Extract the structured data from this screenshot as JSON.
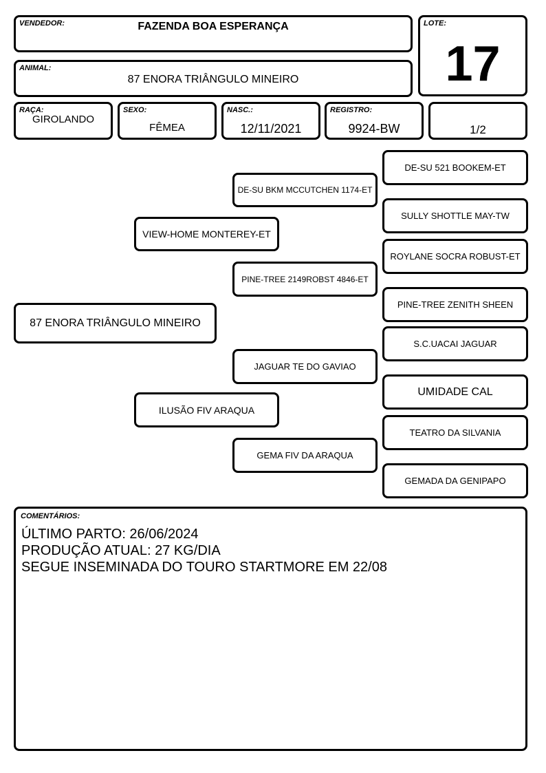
{
  "header": {
    "vendedor_label": "VENDEDOR:",
    "vendedor_value": "FAZENDA BOA ESPERANÇA",
    "lote_label": "LOTE:",
    "lote_value": "17",
    "animal_label": "ANIMAL:",
    "animal_value": "87 ENORA TRIÂNGULO MINEIRO"
  },
  "info": {
    "raca_label": "RAÇA:",
    "raca_value": "GIROLANDO",
    "sexo_label": "SEXO:",
    "sexo_value": "FÊMEA",
    "nasc_label": "NASC.:",
    "nasc_value": "12/11/2021",
    "registro_label": "REGISTRO:",
    "registro_value": "9924-BW",
    "grau_value": "1/2"
  },
  "pedigree": {
    "animal": "87 ENORA TRIÂNGULO MINEIRO",
    "sire": "VIEW-HOME MONTEREY-ET",
    "dam": "ILUSÃO FIV ARAQUA",
    "sire_sire": "DE-SU BKM MCCUTCHEN 1174-ET",
    "sire_dam": "PINE-TREE 2149ROBST 4846-ET",
    "dam_sire": "JAGUAR TE DO GAVIAO",
    "dam_dam": "GEMA FIV DA ARAQUA",
    "ggp": [
      "DE-SU 521 BOOKEM-ET",
      "SULLY SHOTTLE MAY-TW",
      "ROYLANE SOCRA ROBUST-ET",
      "PINE-TREE ZENITH SHEEN",
      "S.C.UACAI JAGUAR",
      "UMIDADE CAL",
      "TEATRO DA SILVANIA",
      "GEMADA DA GENIPAPO"
    ]
  },
  "comments": {
    "label": "COMENTÁRIOS:",
    "lines": [
      "ÚLTIMO PARTO: 26/06/2024",
      "PRODUÇÃO ATUAL: 27 KG/DIA",
      "SEGUE INSEMINADA DO TOURO STARTMORE EM 22/08"
    ]
  }
}
